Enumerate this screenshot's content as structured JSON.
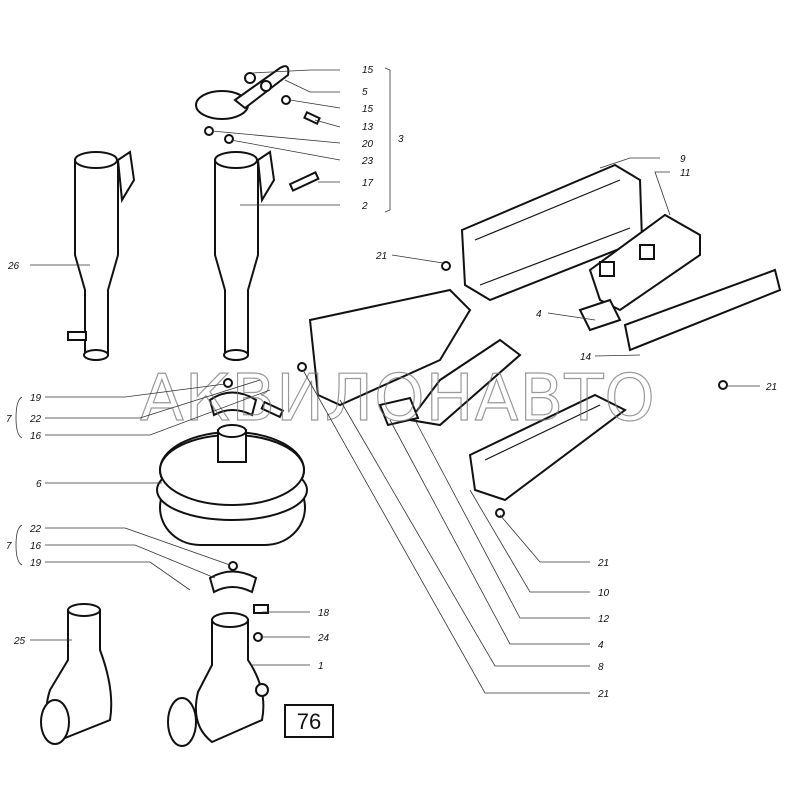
{
  "diagram": {
    "page_number": "76",
    "watermark": "АКВИЛОНАВТО",
    "callouts": {
      "c15a": "15",
      "c5": "5",
      "c15b": "15",
      "c13": "13",
      "c20": "20",
      "c23": "23",
      "c3": "3",
      "c17": "17",
      "c2": "2",
      "c9": "9",
      "c11": "11",
      "c26": "26",
      "c21a": "21",
      "c4a": "4",
      "c14": "14",
      "c21b": "21",
      "c19a": "19",
      "c7a": "7",
      "c22a": "22",
      "c16a": "16",
      "c6": "6",
      "c22b": "22",
      "c7b": "7",
      "c16b": "16",
      "c19b": "19",
      "c21c": "21",
      "c10": "10",
      "c12": "12",
      "c4b": "4",
      "c8": "8",
      "c21d": "21",
      "c18": "18",
      "c24": "24",
      "c25": "25",
      "c1": "1"
    }
  }
}
